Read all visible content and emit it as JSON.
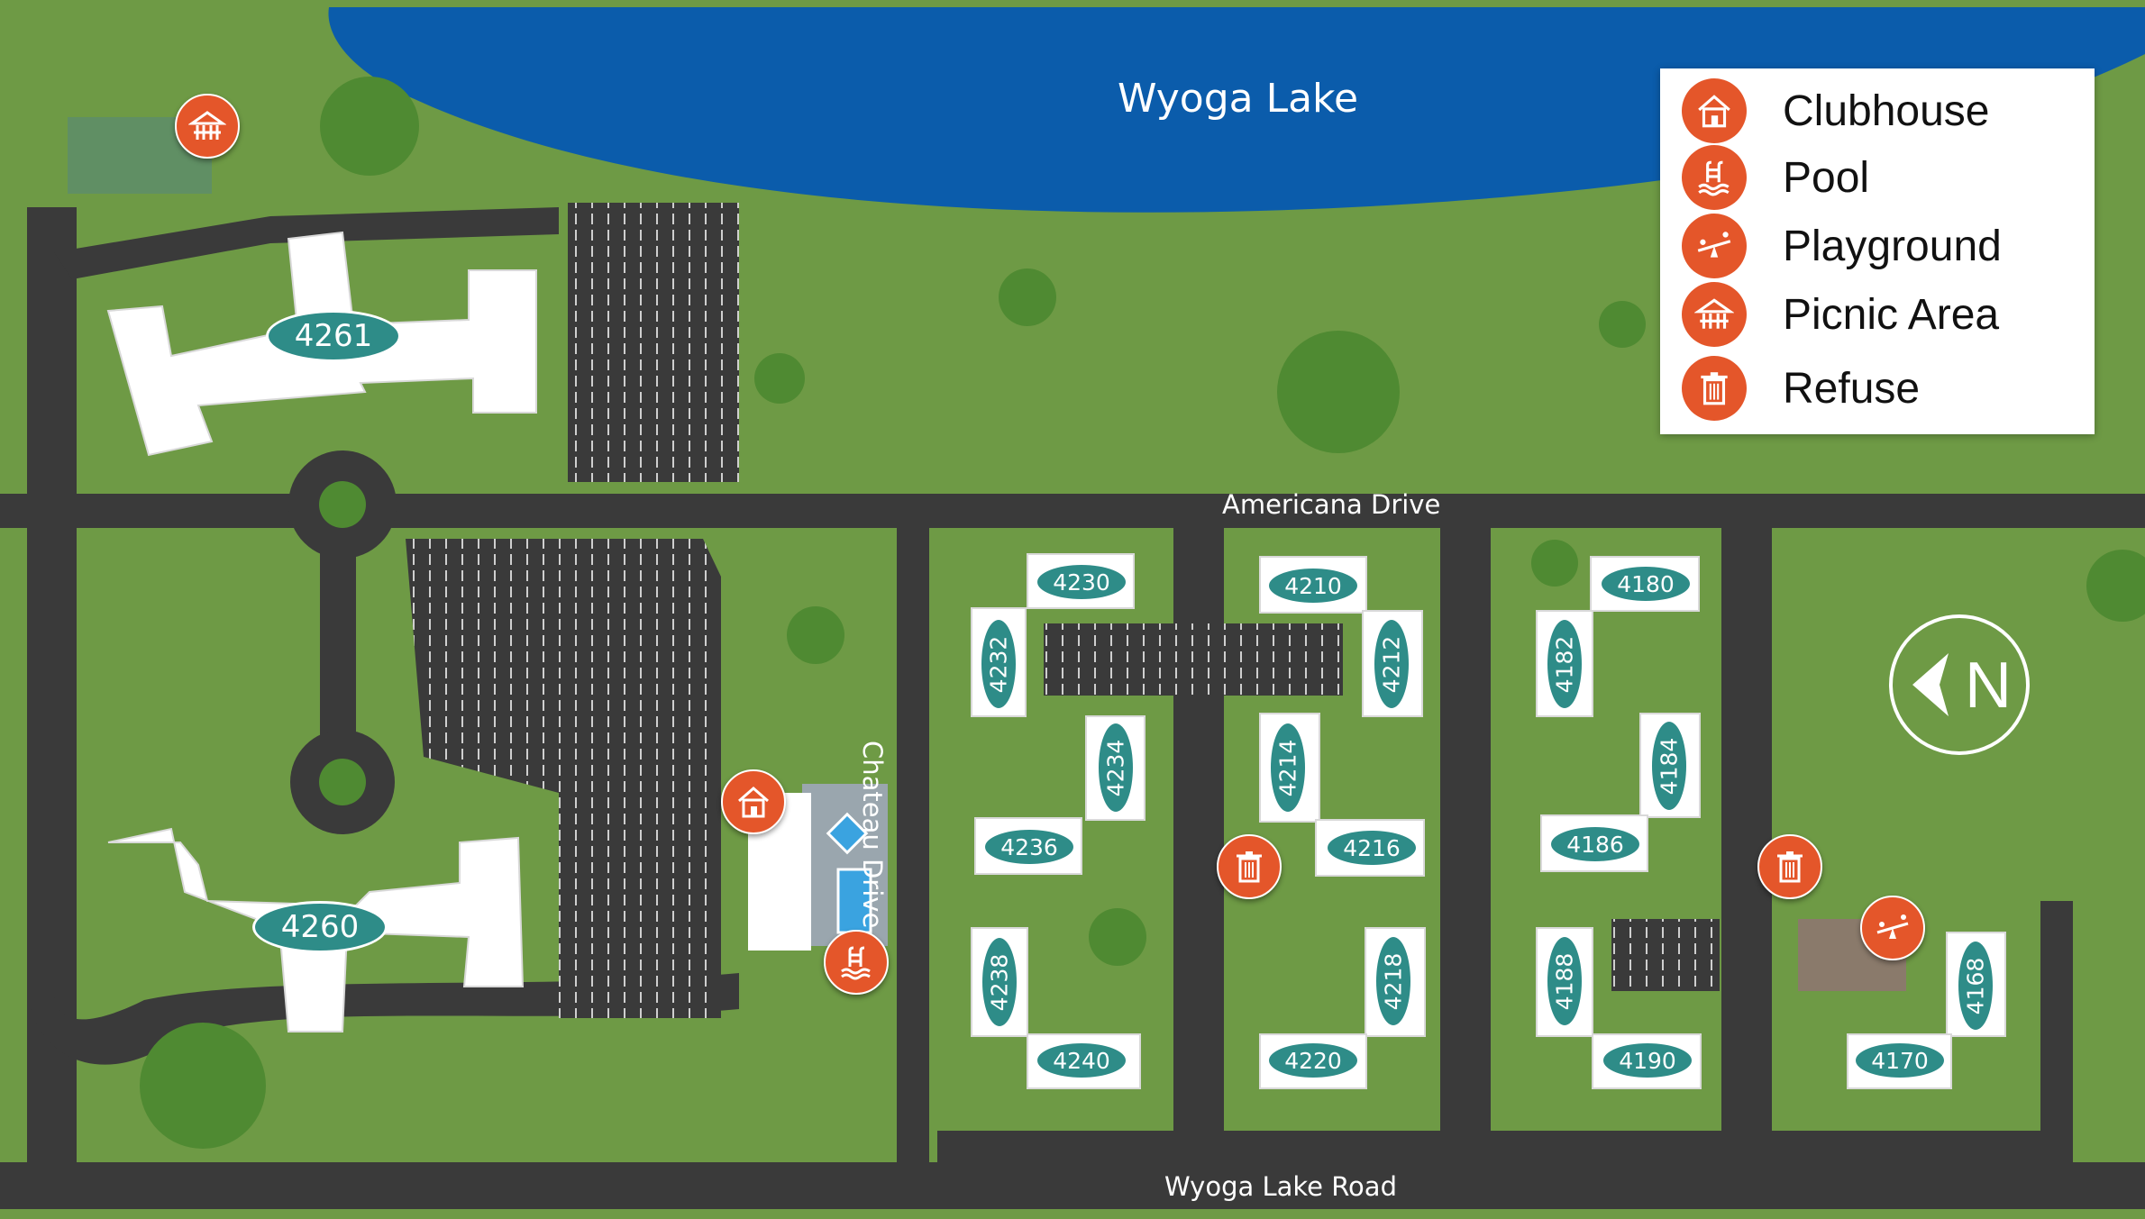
{
  "lake": {
    "name": "Wyoga Lake"
  },
  "roads": {
    "americana": "Americana Drive",
    "wyoga_lake_road": "Wyoga Lake Road",
    "chateau": "Chateau Drive"
  },
  "buildings": [
    "4261",
    "4260",
    "4230",
    "4232",
    "4234",
    "4236",
    "4238",
    "4240",
    "4210",
    "4212",
    "4214",
    "4216",
    "4218",
    "4220",
    "4180",
    "4182",
    "4184",
    "4186",
    "4188",
    "4190",
    "4168",
    "4170"
  ],
  "legend": {
    "items": [
      {
        "label": "Clubhouse",
        "icon": "clubhouse-icon"
      },
      {
        "label": "Pool",
        "icon": "pool-icon"
      },
      {
        "label": "Playground",
        "icon": "playground-icon"
      },
      {
        "label": "Picnic Area",
        "icon": "picnic-area-icon"
      },
      {
        "label": "Refuse",
        "icon": "refuse-icon"
      }
    ]
  },
  "compass": {
    "letter": "N"
  },
  "colors": {
    "grass": "#6e9a45",
    "road": "#3a3a3a",
    "lake": "#0b5cab",
    "poi": "#e4562a",
    "badge": "#2e8c88",
    "building": "#ffffff"
  }
}
